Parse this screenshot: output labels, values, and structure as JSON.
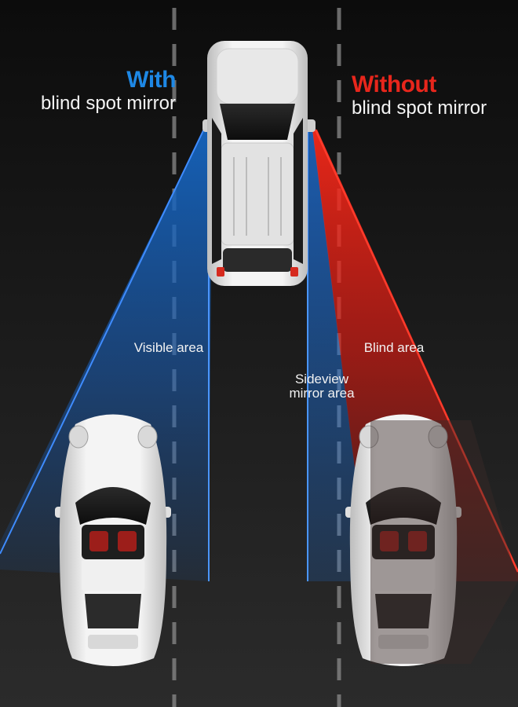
{
  "left_title": {
    "highlight": "With",
    "subtitle": "blind spot mirror",
    "color": "#1e88e5"
  },
  "right_title": {
    "highlight": "Without",
    "subtitle": "blind spot mirror",
    "color": "#e8261c"
  },
  "labels": {
    "visible": "Visible area",
    "blind": "Blind area",
    "sideview_line1": "Sideview",
    "sideview_line2": "mirror area"
  },
  "colors": {
    "background": "#141414",
    "visible_zone": "#1a63c9",
    "blind_zone": "#e01b12",
    "lane_marking": "#8a8a8a",
    "car_body": "#ececec"
  },
  "icons": [
    "suv-rear-view-car",
    "sports-car-top-view",
    "blind-spot-sports-car"
  ]
}
